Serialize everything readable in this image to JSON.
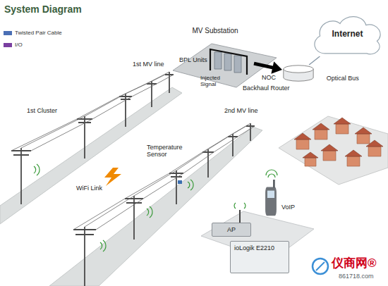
{
  "diagram": {
    "title": "System Diagram",
    "nodes": [
      {
        "text": [
          "MV Substation"
        ]
      },
      {
        "text": [
          "Internet"
        ]
      },
      {
        "text": [
          "Backhaul Router"
        ]
      },
      {
        "text": [
          "VoIP"
        ]
      },
      {
        "text": [
          "AP"
        ]
      },
      {
        "text": [
          "ioLogik E2210"
        ]
      }
    ],
    "edges": [
      {
        "from": 0,
        "to": 2,
        "arrow": "to",
        "label": "NOC"
      },
      {
        "from": 2,
        "to": 1,
        "arrow": "none",
        "label": "Optical Bus"
      }
    ],
    "labels": [
      "BPL Units",
      "Injected Signal",
      "1st MV line",
      "1st Cluster",
      "2nd MV line",
      "Temperature Sensor",
      "WiFi Link",
      "仪商网®",
      "861718.com"
    ],
    "legend": [
      {
        "text": "Twisted Pair Cable",
        "color": "#4a6fb5"
      },
      {
        "text": "I/O",
        "color": "#7a3fa0"
      }
    ]
  }
}
